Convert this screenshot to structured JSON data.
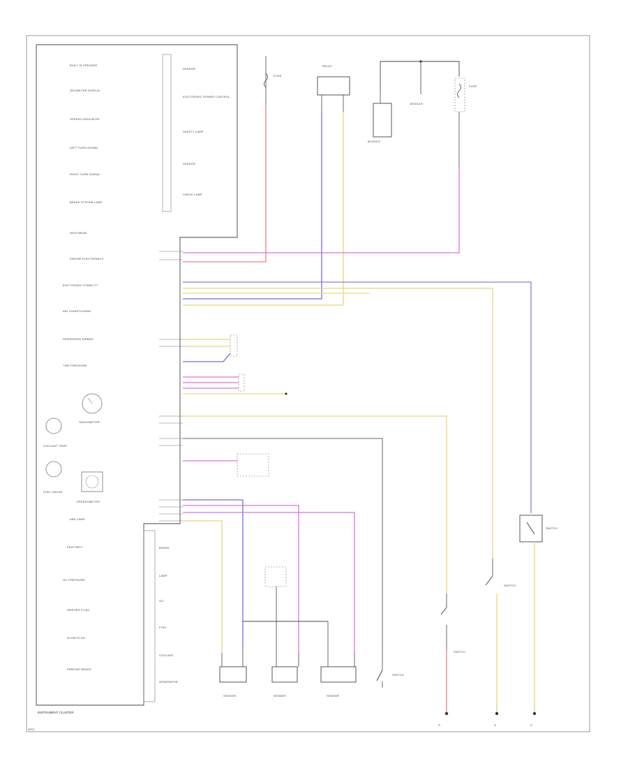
{
  "diagram": {
    "caption": "INSTRUMENT CLUSTER",
    "footer_code": "WSC",
    "colors": {
      "red": "#f08080",
      "blue": "#6f6fe0",
      "yellow": "#e6d77a",
      "pink": "#e070e0",
      "gray": "#888888",
      "blue_violet": "#8f7fe0"
    },
    "cluster_labels": [
      "BUILT IN SPEAKER",
      "ODOMETER DISPLAY",
      "SPEEDO INDICATOR",
      "LEFT TURN SIGNAL",
      "RIGHT TURN SIGNAL",
      "BRAKE SYSTEM LAMP",
      "HIGH BEAM",
      "ENGINE ELECTRONICS",
      "ELECTRONIC STABILITY",
      "AIR CONDITIONING",
      "PASSENGER AIRBAG",
      "TIRE PRESSURE",
      "TACHOMETER",
      "COOLANT TEMP",
      "FUEL GAUGE",
      "SPEEDOMETER",
      "ABS LAMP",
      "SEAT BELT",
      "OIL PRESSURE",
      "WASHER FLUID",
      "GLOW PLUG",
      "PARKING BRAKE"
    ],
    "cluster_inner_labels": [
      "SENSOR",
      "ELECTRONIC POWER CONTROL",
      "SAFETY LAMP",
      "SENSOR",
      "CHECK LAMP"
    ],
    "lower_cluster_labels": [
      "BRAKE",
      "LAMP",
      "OIL",
      "FUEL",
      "COOLANT",
      "GENERATOR"
    ],
    "components": {
      "fuse_left": "FUSE",
      "fuse_right": "FUSE",
      "relay_top": "RELAY",
      "module_left": "MODULE",
      "module_right": "MODULE",
      "coolant_sensor": "SENSOR",
      "level_sender": "SENDER",
      "washer_sensor": "SENSOR",
      "brake_switch": "SWITCH",
      "door_switch": "SWITCH",
      "parking_switch": "SWITCH",
      "light_switch": "SWITCH",
      "ground_1": "G",
      "ground_2": "G",
      "ground_3": "G"
    }
  }
}
